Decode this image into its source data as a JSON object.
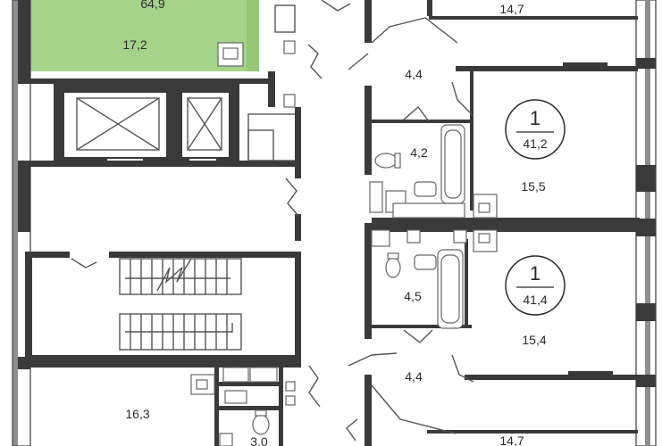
{
  "highlight_color": "#a6d38a",
  "selected_unit": {
    "total_area": "64,9",
    "room_area": "17,2"
  },
  "rooms": {
    "r_top_right": "14,7",
    "r_hall_upper": "4,4",
    "r_bath_upper": "4,2",
    "r_room_upper": "15,5",
    "r_bath_lower": "4,5",
    "r_room_lower": "15,4",
    "r_hall_lower": "4,4",
    "r_bottom_right": "14,7",
    "r_bottom_left": "16,3",
    "r_small_bottom": "3,0"
  },
  "apartments": [
    {
      "rooms": "1",
      "area": "41,2"
    },
    {
      "rooms": "1",
      "area": "41,4"
    }
  ]
}
